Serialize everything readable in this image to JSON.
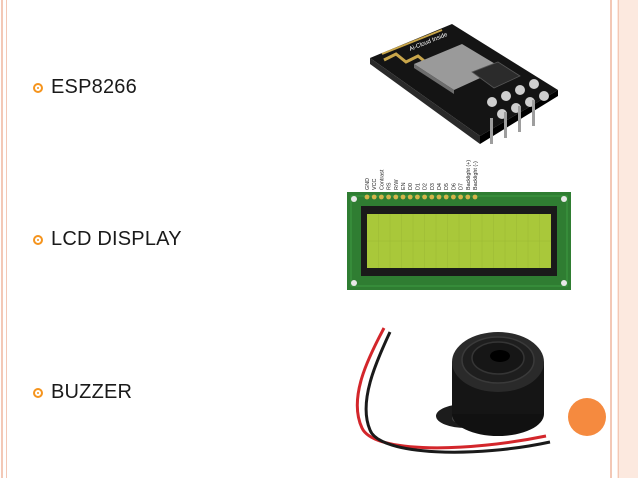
{
  "bullets": [
    {
      "label": "ESP8266"
    },
    {
      "label": "LCD DISPLAY"
    },
    {
      "label": "BUZZER"
    }
  ],
  "esp_module": {
    "label": "Ai-Cloud Inside"
  },
  "lcd": {
    "pins": [
      "GND",
      "VCC",
      "Contrast",
      "RS",
      "R/W",
      "EN",
      "D0",
      "D1",
      "D2",
      "D3",
      "D4",
      "D5",
      "D6",
      "D7",
      "Backlight (+)",
      "Backlight (-)"
    ]
  },
  "colors": {
    "accent": "#f5941d",
    "accent_dot": "#f58a3f",
    "border": "#f3c8b6",
    "lcd_board": "#2f7d32",
    "lcd_screen": "#a9c83a"
  }
}
